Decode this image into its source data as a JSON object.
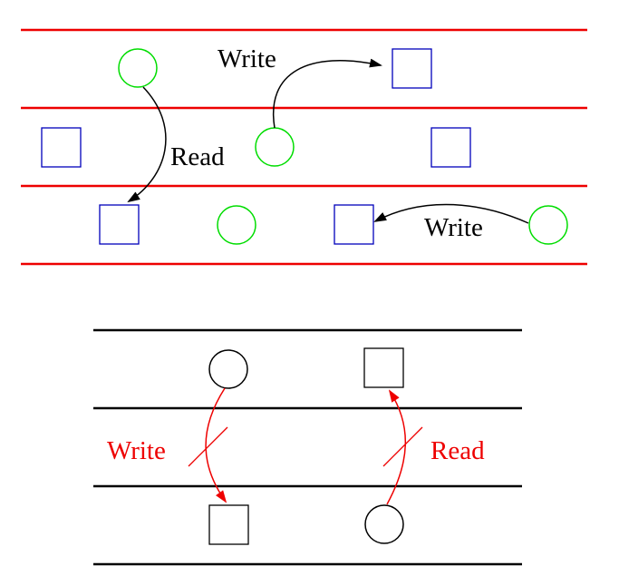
{
  "colors": {
    "lane_top": "#ee0000",
    "lane_bottom": "#000000",
    "circle_top": "#00dd00",
    "square_top": "#0000bb",
    "arrow_top": "#000000",
    "shape_bottom": "#000000",
    "arrow_bottom": "#ee0000"
  },
  "top_panel": {
    "labels": {
      "write_upper": "Write",
      "read": "Read",
      "write_lower": "Write"
    },
    "shapes": [
      "circle",
      "square",
      "square",
      "circle",
      "square",
      "square",
      "circle",
      "square",
      "circle"
    ]
  },
  "bottom_panel": {
    "labels": {
      "write": "Write",
      "read": "Read"
    },
    "shapes": [
      "circle",
      "square",
      "square",
      "circle"
    ],
    "blocked_arrows": 2
  }
}
